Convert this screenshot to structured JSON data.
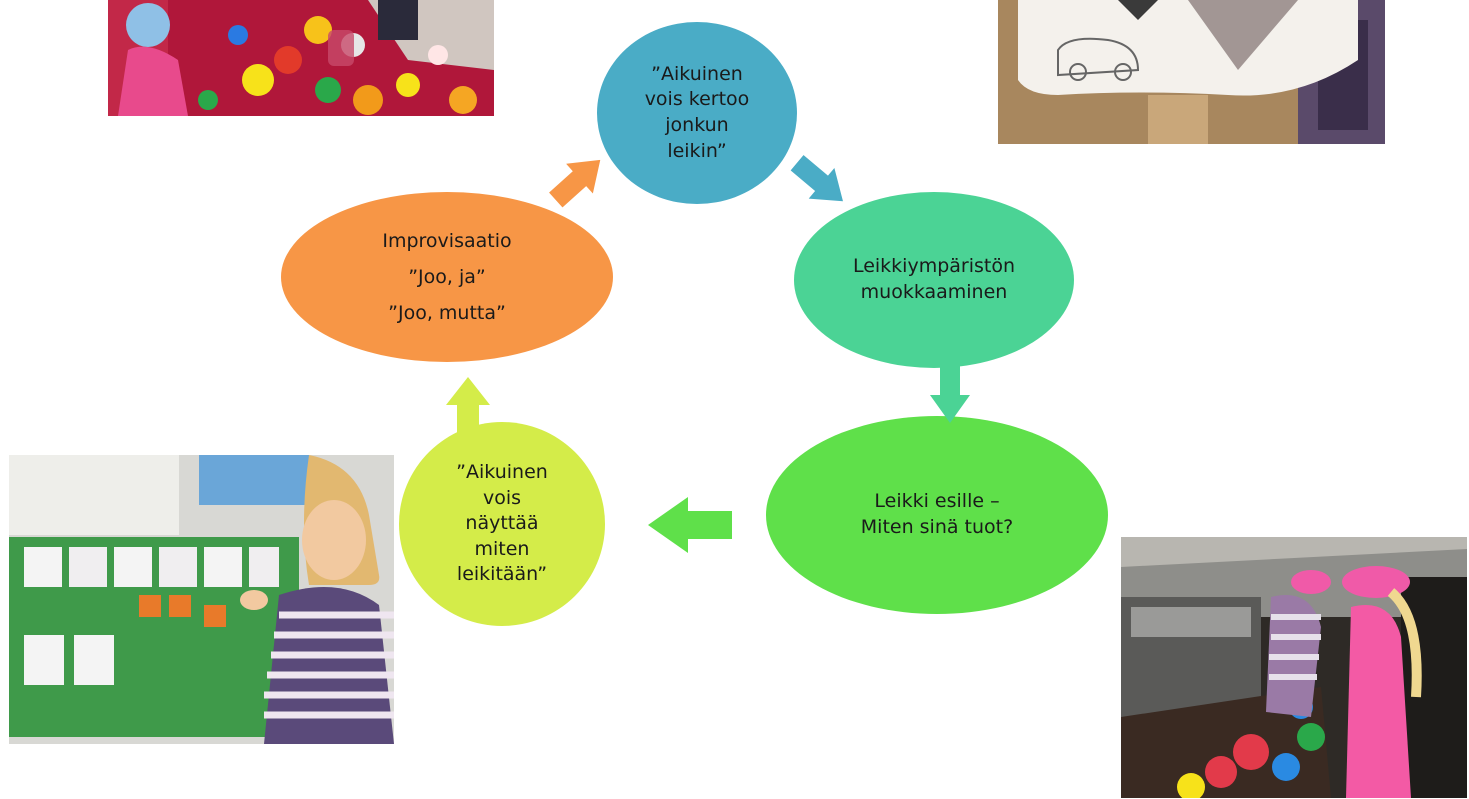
{
  "diagram": {
    "nodes": [
      {
        "id": "top",
        "color": "#4aacc6",
        "lines": [
          "”Aikuinen",
          "vois kertoo",
          "jonkun",
          "leikin”"
        ]
      },
      {
        "id": "right",
        "color": "#4bd395",
        "lines": [
          "Leikkiympäristön",
          "muokkaaminen"
        ]
      },
      {
        "id": "bottom-right",
        "color": "#5fe04a",
        "lines": [
          "Leikki  esille –",
          "Miten sinä tuot?"
        ]
      },
      {
        "id": "bottom-left",
        "color": "#d4ec49",
        "lines": [
          "”Aikuinen",
          "vois",
          "näyttää",
          "miten",
          "leikitään”"
        ]
      },
      {
        "id": "left",
        "color": "#f79646",
        "lines": [
          "Improvisaatio",
          "”Joo, ja”",
          "”Joo, mutta”"
        ]
      }
    ],
    "arrows": [
      {
        "from": "left",
        "to": "top",
        "color": "#f79646"
      },
      {
        "from": "top",
        "to": "right",
        "color": "#4aacc6"
      },
      {
        "from": "right",
        "to": "bottom-right",
        "color": "#4bd395"
      },
      {
        "from": "bottom-right",
        "to": "bottom-left",
        "color": "#5fe04a"
      },
      {
        "from": "bottom-left",
        "to": "left",
        "color": "#d4ec49"
      }
    ]
  },
  "photos": [
    {
      "id": "photo-top-left",
      "subject": "children playing with toy dishes on a red carpet"
    },
    {
      "id": "photo-top-right",
      "subject": "paper drawing of a car on a cardboard structure"
    },
    {
      "id": "photo-bottom-left",
      "subject": "girl pointing at picture cards on a green board"
    },
    {
      "id": "photo-bottom-right",
      "subject": "girls in pink caps playing with buckets outdoors"
    }
  ]
}
